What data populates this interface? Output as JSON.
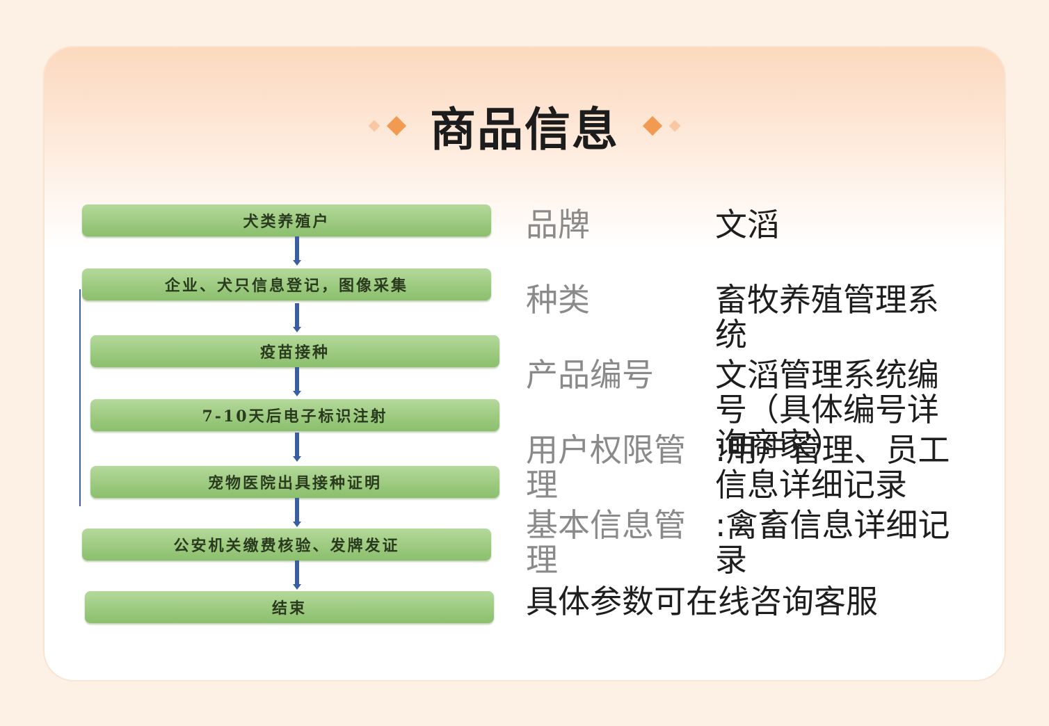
{
  "title": "商品信息",
  "flowchart": {
    "steps": [
      "犬类养殖户",
      "企业、犬只信息登记，图像采集",
      "疫苗接种",
      "7-10天后电子标识注射",
      "宠物医院出具接种证明",
      "公安机关缴费核验、发牌发证",
      "结束"
    ]
  },
  "info": {
    "rows": [
      {
        "label": "品牌",
        "value": "文滔"
      },
      {
        "label": "种类",
        "value": "畜牧养殖管理系统"
      },
      {
        "label": "产品编号",
        "value": "文滔管理系统编号（具体编号详询商家）"
      },
      {
        "label": "用户权限管理",
        "value": ":用户管理、员工信息详细记录"
      },
      {
        "label": "基本信息管理",
        "value": ":禽畜信息详细记录"
      }
    ],
    "footer": "具体参数可在线咨询客服"
  },
  "colors": {
    "accent": "#f39a52",
    "accent_light": "#f9c8a3",
    "flow_box": "#9fcc82",
    "arrow": "#3b5f9e"
  }
}
